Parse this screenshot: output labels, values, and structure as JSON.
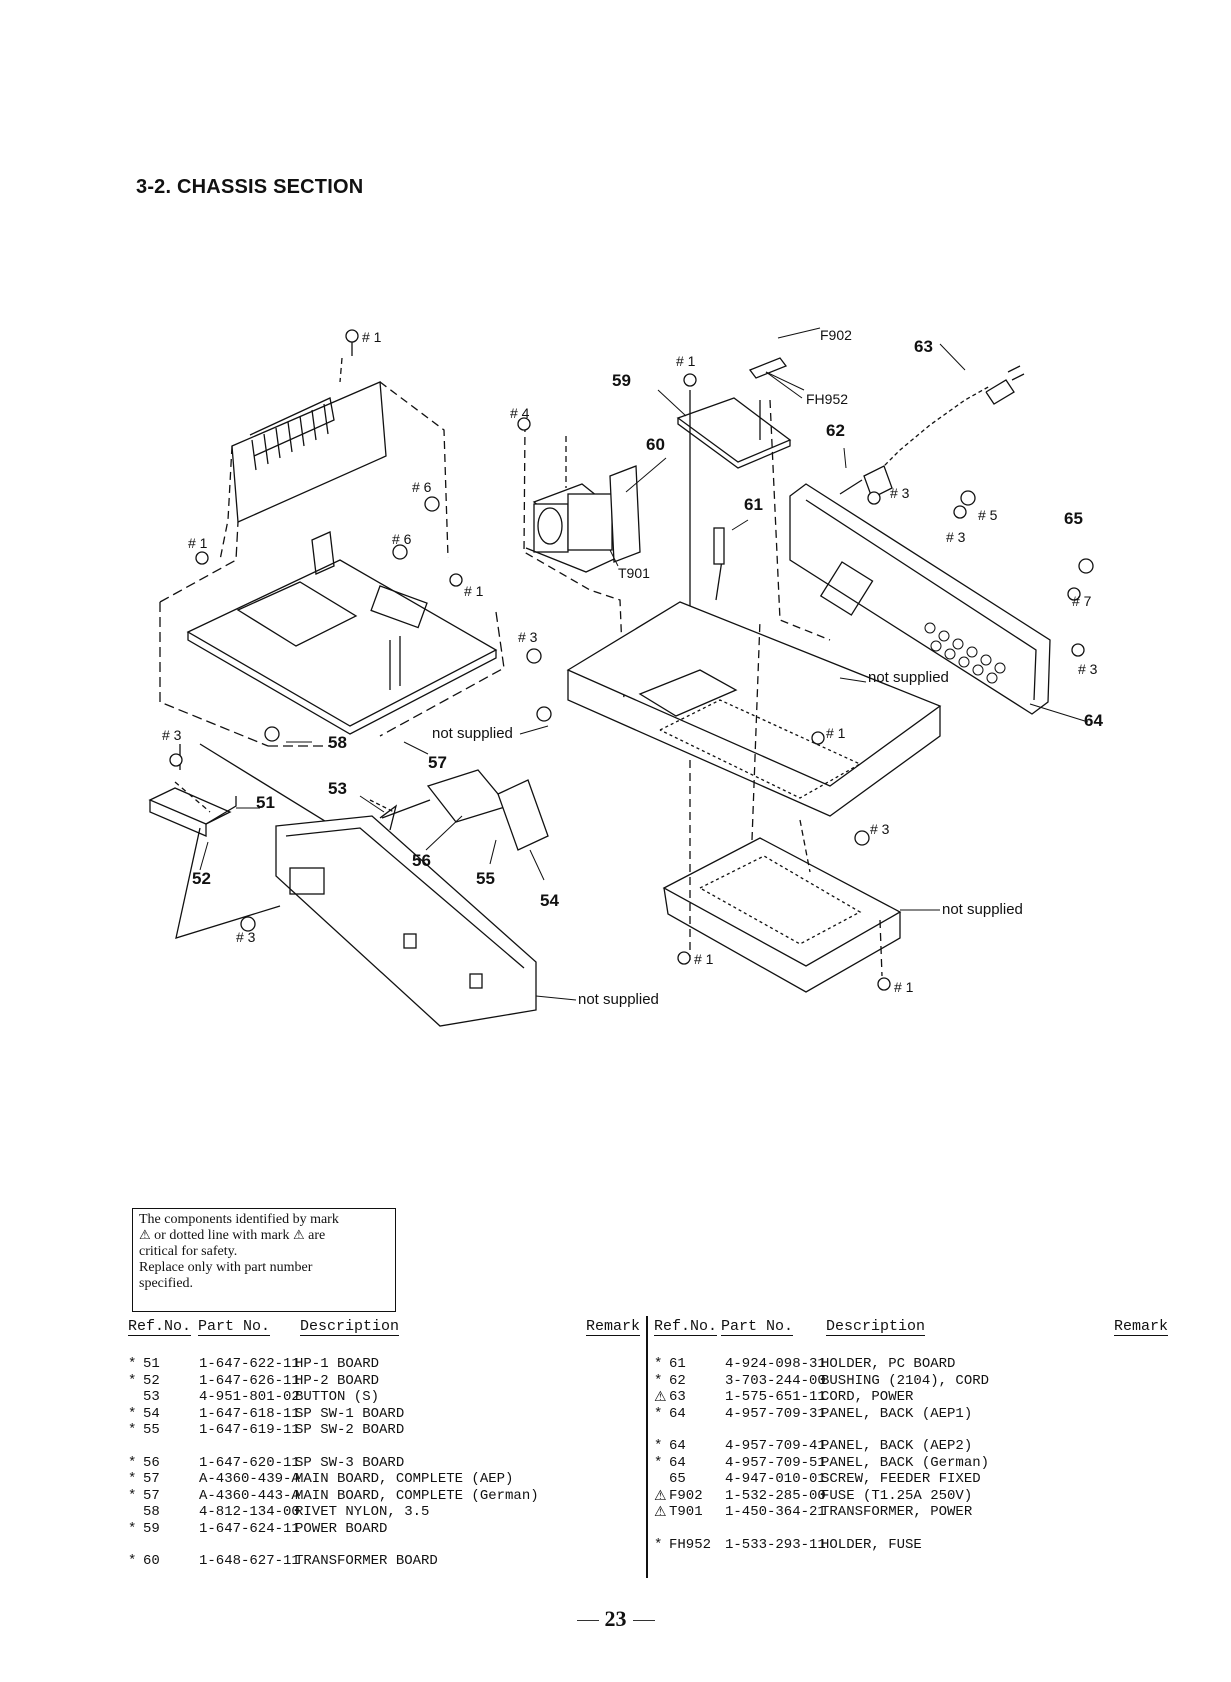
{
  "section_title": "3-2. CHASSIS SECTION",
  "diagram": {
    "labels": {
      "F902": "F902",
      "FH952": "FH952",
      "T901": "T901",
      "n51": "51",
      "n52": "52",
      "n53": "53",
      "n54": "54",
      "n55": "55",
      "n56": "56",
      "n57": "57",
      "n58": "58",
      "n59": "59",
      "n60": "60",
      "n61": "61",
      "n62": "62",
      "n63": "63",
      "n64": "64",
      "n65": "65"
    },
    "screw_labels": {
      "s1": "# 1",
      "s2": "# 1",
      "s3": "# 1",
      "s4": "# 1",
      "s5": "# 1",
      "s6": "# 1",
      "s7": "# 1",
      "s8": "# 3",
      "s9": "# 3",
      "s10": "# 3",
      "s11": "# 3",
      "s12": "# 3",
      "s13": "# 3",
      "s14": "# 3",
      "s15": "# 4",
      "s16": "# 5",
      "s17": "# 6",
      "s18": "# 6",
      "s19": "# 7"
    },
    "not_supplied": "not supplied"
  },
  "notice": {
    "line1_a": "The components identified by mark",
    "line2_a": "or dotted line with mark",
    "line2_b": "are",
    "line3": "critical for safety.",
    "line4": "Replace only with part number",
    "line5": "specified.",
    "mark": "⚠"
  },
  "table_header": {
    "ref": "Ref.No.",
    "part": "Part No.",
    "desc": "Description",
    "remark": "Remark"
  },
  "left_rows": [
    {
      "mark": "*",
      "ref": "51",
      "part": "1-647-622-11",
      "desc": "HP-1 BOARD"
    },
    {
      "mark": "*",
      "ref": "52",
      "part": "1-647-626-11",
      "desc": "HP-2 BOARD"
    },
    {
      "mark": "",
      "ref": "53",
      "part": "4-951-801-02",
      "desc": "BUTTON (S)"
    },
    {
      "mark": "*",
      "ref": "54",
      "part": "1-647-618-11",
      "desc": "SP SW-1 BOARD"
    },
    {
      "mark": "*",
      "ref": "55",
      "part": "1-647-619-11",
      "desc": "SP SW-2 BOARD"
    },
    {
      "mark": "*",
      "ref": "56",
      "part": "1-647-620-11",
      "desc": "SP SW-3 BOARD",
      "gap": true
    },
    {
      "mark": "*",
      "ref": "57",
      "part": "A-4360-439-A",
      "desc": "MAIN BOARD, COMPLETE (AEP)"
    },
    {
      "mark": "*",
      "ref": "57",
      "part": "A-4360-443-A",
      "desc": "MAIN BOARD, COMPLETE (German)"
    },
    {
      "mark": "",
      "ref": "58",
      "part": "4-812-134-00",
      "desc": "RIVET NYLON, 3.5"
    },
    {
      "mark": "*",
      "ref": "59",
      "part": "1-647-624-11",
      "desc": "POWER BOARD"
    },
    {
      "mark": "*",
      "ref": "60",
      "part": "1-648-627-11",
      "desc": "TRANSFORMER BOARD",
      "gap": true
    }
  ],
  "right_rows": [
    {
      "mark": "*",
      "ref": "61",
      "part": "4-924-098-31",
      "desc": "HOLDER, PC BOARD"
    },
    {
      "mark": "*",
      "ref": "62",
      "part": "3-703-244-00",
      "desc": "BUSHING (2104), CORD"
    },
    {
      "mark": "⚠",
      "ref": "63",
      "part": "1-575-651-11",
      "desc": "CORD, POWER"
    },
    {
      "mark": "*",
      "ref": "64",
      "part": "4-957-709-31",
      "desc": "PANEL, BACK (AEP1)"
    },
    {
      "mark": "*",
      "ref": "64",
      "part": "4-957-709-41",
      "desc": "PANEL, BACK (AEP2)",
      "gap": true
    },
    {
      "mark": "*",
      "ref": "64",
      "part": "4-957-709-51",
      "desc": "PANEL, BACK (German)"
    },
    {
      "mark": "",
      "ref": "65",
      "part": "4-947-010-01",
      "desc": "SCREW, FEEDER FIXED"
    },
    {
      "mark": "⚠",
      "ref": "F902",
      "part": "1-532-285-00",
      "desc": "FUSE (T1.25A 250V)"
    },
    {
      "mark": "⚠",
      "ref": "T901",
      "part": "1-450-364-21",
      "desc": "TRANSFORMER, POWER"
    },
    {
      "mark": "*",
      "ref": "FH952",
      "part": "1-533-293-11",
      "desc": "HOLDER, FUSE",
      "gap": true
    }
  ],
  "page_number": "23"
}
